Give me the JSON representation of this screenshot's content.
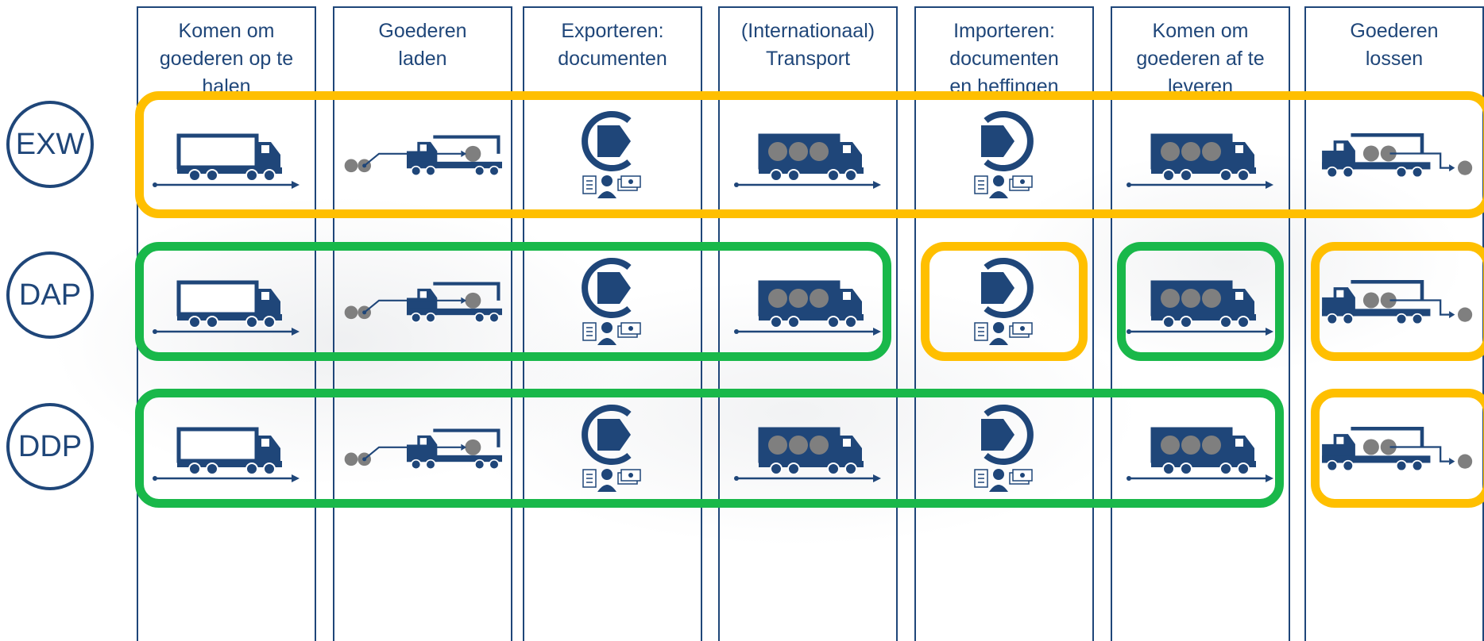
{
  "colors": {
    "primary": "#1f4679",
    "gray": "#7f7f7f",
    "seller": "#ffbf00",
    "buyer": "#19b84a"
  },
  "columns": [
    {
      "header": "Komen om\ngoederen op te\nhalen",
      "icon": "truck-empty-icon"
    },
    {
      "header": "Goederen\nladen",
      "icon": "truck-loading-icon"
    },
    {
      "header": "Exporteren:\ndocumenten",
      "icon": "customs-export-icon"
    },
    {
      "header": "(Internationaal)\nTransport",
      "icon": "truck-loaded-icon"
    },
    {
      "header": "Importeren:\ndocumenten\nen heffingen",
      "icon": "customs-import-icon"
    },
    {
      "header": "Komen om\ngoederen af te\nleveren",
      "icon": "truck-loaded-icon"
    },
    {
      "header": "Goederen\nlossen",
      "icon": "truck-unloading-icon"
    }
  ],
  "rows": [
    {
      "label": "EXW",
      "groups": [
        {
          "from": 0,
          "to": 6,
          "color": "seller"
        }
      ]
    },
    {
      "label": "DAP",
      "groups": [
        {
          "from": 0,
          "to": 3,
          "color": "buyer"
        },
        {
          "from": 4,
          "to": 4,
          "color": "seller"
        },
        {
          "from": 5,
          "to": 5,
          "color": "buyer"
        },
        {
          "from": 6,
          "to": 6,
          "color": "seller"
        }
      ]
    },
    {
      "label": "DDP",
      "groups": [
        {
          "from": 0,
          "to": 5,
          "color": "buyer"
        },
        {
          "from": 6,
          "to": 6,
          "color": "seller"
        }
      ]
    }
  ]
}
